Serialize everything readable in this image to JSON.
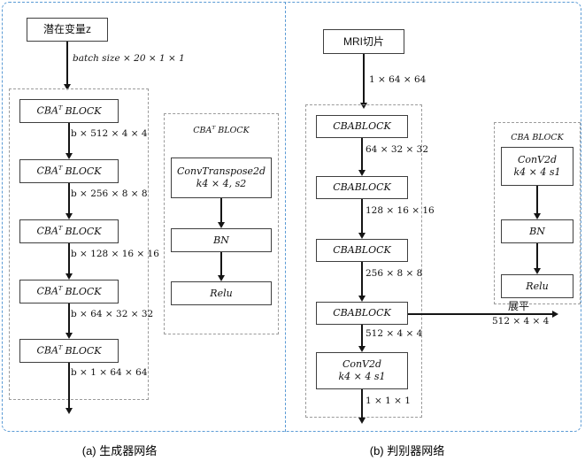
{
  "colors": {
    "frame_blue": "#5b9bd5",
    "box_border": "#3f3f3f",
    "dashed_gray": "#9b9b9b"
  },
  "panel_a": {
    "caption": "(a) 生成器网络",
    "input_label": "潜在变量z",
    "input_shape": "batch size × 20 × 1 × 1",
    "block": {
      "prefix": "CBA",
      "sup": "T",
      "suffix": "BLOCK"
    },
    "shapes": [
      "b × 512 × 4 × 4",
      "b × 256 × 8 × 8",
      "b × 128 × 16 × 16",
      "b × 64 × 32 × 32",
      "b × 1 × 64 × 64"
    ],
    "legend": {
      "title": {
        "prefix": "CBA",
        "sup": "T",
        "suffix": "BLOCK"
      },
      "conv_line1": "ConvTranspose2d",
      "conv_line2": "k4 × 4, s2",
      "bn": "BN",
      "relu": "Relu"
    }
  },
  "panel_b": {
    "caption": "(b) 判别器网络",
    "input_label": "MRI切片",
    "input_shape": "1 × 64 × 64",
    "block_label": "CBABLOCK",
    "shapes": [
      "64 × 32 × 32",
      "128 × 16 × 16",
      "256 × 8 × 8",
      "512 × 4 × 4"
    ],
    "conv_line1": "ConV2d",
    "conv_line2": "k4 × 4 s1",
    "output_shape": "1 × 1 × 1",
    "flatten_label": "展平",
    "flatten_shape": "512 × 4 × 4",
    "legend": {
      "title": "CBA BLOCK",
      "conv_line1": "ConV2d",
      "conv_line2": "k4 × 4 s1",
      "bn": "BN",
      "relu": "Relu"
    }
  }
}
